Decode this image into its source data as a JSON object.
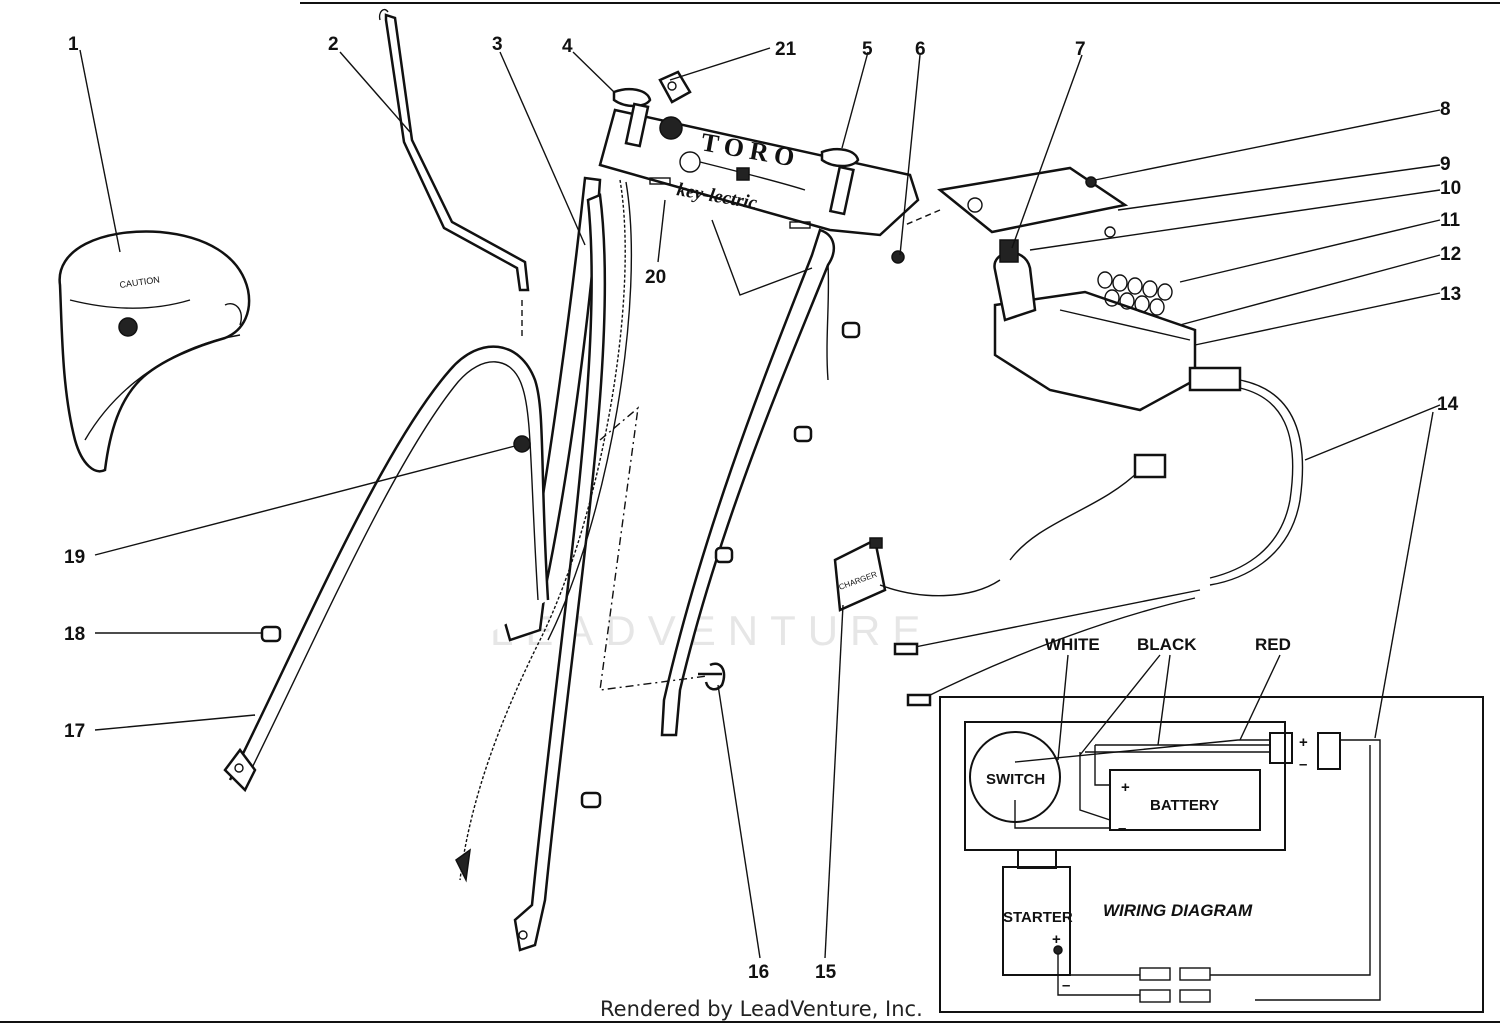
{
  "callouts": [
    "1",
    "2",
    "3",
    "4",
    "5",
    "6",
    "7",
    "8",
    "9",
    "10",
    "11",
    "12",
    "13",
    "14",
    "15",
    "16",
    "17",
    "18",
    "19",
    "20",
    "21"
  ],
  "panel": {
    "brand": "TORO",
    "script": "key-lectric"
  },
  "wires": {
    "white": "WHITE",
    "black": "BLACK",
    "red": "RED"
  },
  "wiring": {
    "switch": "SWITCH",
    "battery": "BATTERY",
    "starter": "STARTER",
    "title": "WIRING DIAGRAM",
    "plus": "+",
    "minus": "–"
  },
  "watermark": "LEADVENTURE",
  "footer": "Rendered by LeadVenture, Inc.",
  "colors": {
    "ink": "#111111",
    "paper": "#ffffff",
    "watermark": "#e6e6e6"
  }
}
